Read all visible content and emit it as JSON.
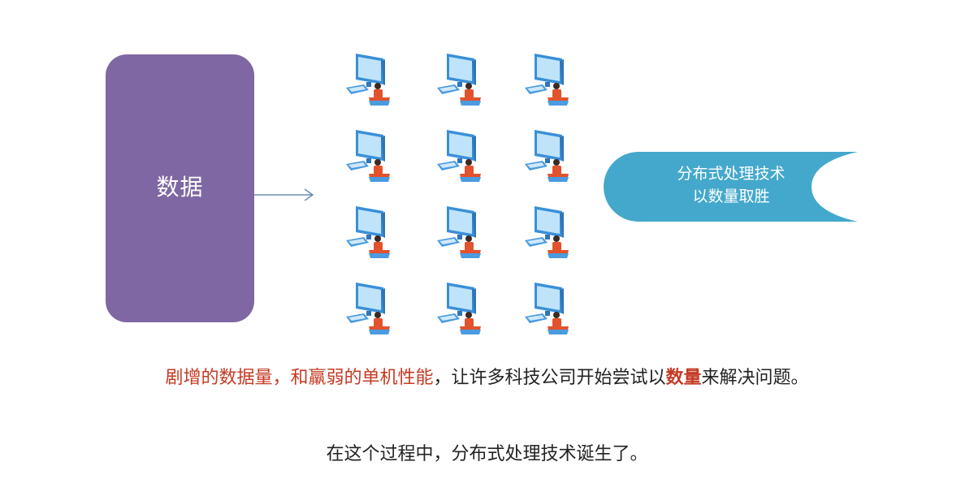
{
  "diagram": {
    "data_box": {
      "label": "数据",
      "color": "#7f67a3"
    },
    "computer_grid": {
      "rows": 4,
      "cols": 3,
      "icon": "computer-icon",
      "colors": {
        "monitor": "#3a8fd8",
        "screen": "#bfe4fa",
        "keyboard": "#4a9be0",
        "person": "#e2522d"
      }
    },
    "bubble": {
      "line1": "分布式处理技术",
      "line2": "以数量取胜",
      "color": "#44a8cc"
    },
    "arrow_color": "#6a8fb0"
  },
  "captions": {
    "line1": {
      "part1_red": "剧增的数据量，和羸弱的单机性能",
      "part2": "，让许多科技公司开始尝试以",
      "part3_bold_red": "数量",
      "part4": "来解决问题。"
    },
    "line2": "在这个过程中，分布式处理技术诞生了。"
  }
}
